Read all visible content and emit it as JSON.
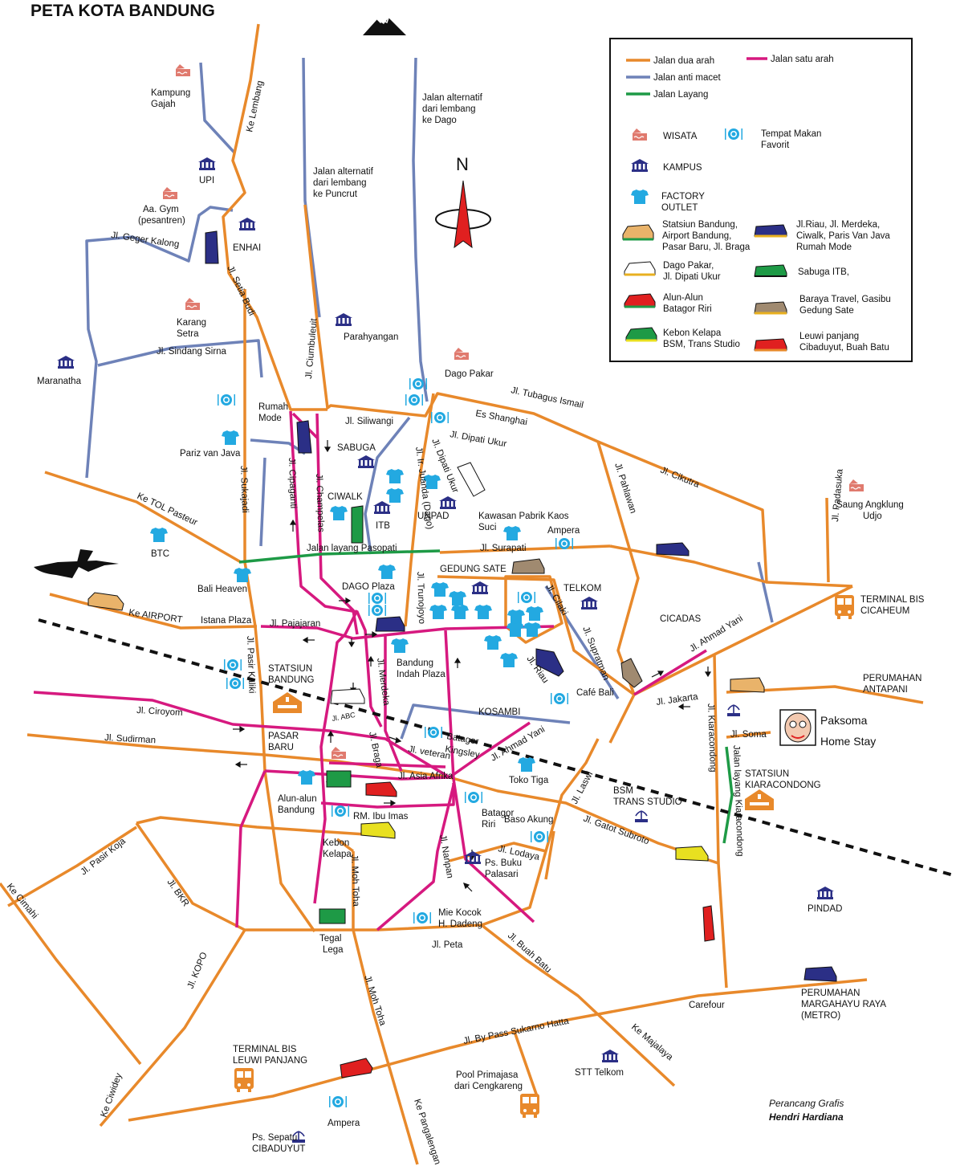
{
  "title": "PETA KOTA BANDUNG",
  "north": "N",
  "legend": {
    "two_way": "Jalan dua arah",
    "one_way": "Jalan satu arah",
    "anti_macet": "Jalan anti macet",
    "layang": "Jalan Layang",
    "wisata": "WISATA",
    "makan_1": "Tempat Makan",
    "makan_2": "Favorit",
    "kampus": "KAMPUS",
    "factory_1": "FACTORY",
    "factory_2": "OUTLET",
    "van1_1": "Statsiun Bandung,",
    "van1_2": "Airport Bandung,",
    "van1_3": "Pasar Baru, Jl. Braga",
    "van2_1": "Jl.Riau, Jl. Merdeka,",
    "van2_2": "Ciwalk, Paris Van Java",
    "van2_3": "Rumah Mode",
    "van3_1": "Dago Pakar,",
    "van3_2": "Jl. Dipati Ukur",
    "van4_1": "Sabuga ITB,",
    "van5_1": "Alun-Alun",
    "van5_2": "Batagor Riri",
    "van6_1": "Baraya Travel, Gasibu",
    "van6_2": "Gedung Sate",
    "van7_1": "Kebon Kelapa",
    "van7_2": "BSM, Trans Studio",
    "van8_1": "Leuwi panjang",
    "van8_2": "Cibaduyut, Buah Batu",
    "colors": {
      "two_way": "#E8892B",
      "one_way": "#D6197F",
      "anti_macet": "#6E82B8",
      "layang": "#1E9A46"
    }
  },
  "labels": {
    "ke_lembang": "Ke Lembang",
    "alt_dago_1": "Jalan alternatif",
    "alt_dago_2": "dari lembang",
    "alt_dago_3": "ke Dago",
    "alt_puncrut_1": "Jalan alternatif",
    "alt_puncrut_2": "dari lembang",
    "alt_puncrut_3": "ke Puncrut",
    "kampung_gajah_1": "Kampung",
    "kampung_gajah_2": "Gajah",
    "upi": "UPI",
    "aa_gym_1": "Aa. Gym",
    "aa_gym_2": "(pesantren)",
    "geger_kalong": "Jl. Geger Kalong",
    "enhai": "ENHAI",
    "setia_budi": "Jl. Setia Budi",
    "karang_setra_1": "Karang",
    "karang_setra_2": "Setra",
    "sindang_sirna": "Jl. Sindang Sirna",
    "maranatha": "Maranatha",
    "ciumbuleuit": "Jl. Ciumbuleuit",
    "parahyangan": "Parahyangan",
    "dago_pakar": "Dago Pakar",
    "tubagus": "Jl. Tubagus Ismail",
    "es_shanghai": "Es Shanghai",
    "siliwangi": "Jl. Siliwangi",
    "dipati_ukur": "Jl. Dipati Ukur",
    "dipati_ukur2": "Jl. Dipati Ukur",
    "ir_juanda": "Jl. Ir. Juanda (Dago)",
    "rumah_mode_1": "Rumah",
    "rumah_mode_2": "Mode",
    "sabuga": "SABUGA",
    "pariz": "Pariz van Java",
    "ciwalk": "CIWALK",
    "itb": "ITB",
    "unpad": "UNPAD",
    "sukajadi": "Jl. Sukajadi",
    "cipaganti": "Jl. Cipaganti",
    "champelas": "Jl. Champelas",
    "pahlawan": "Jl. Pahlawan",
    "cikutra": "Jl. Cikutra",
    "saung_1": "Saung Angklung",
    "saung_2": "Udjo",
    "padasuka": "Jl. Padasuka",
    "tol_pasteur": "Ke TOL Pasteur",
    "btc": "BTC",
    "kaos_1": "Kawasan Pabrik Kaos",
    "kaos_2": "Suci",
    "ampera": "Ampera",
    "pasopati": "Jalan layang Pasopati",
    "surapati": "Jl. Surapati",
    "gedung_sate": "GEDUNG SATE",
    "telkom": "TELKOM",
    "trunojoyo": "Jl. Trunojoyo",
    "dago_plaza": "DAGO Plaza",
    "cilaki": "Jl. Cilaki",
    "bali_heaven": "Bali Heaven",
    "istana": "Istana Plaza",
    "ke_airport": "Ke AIRPORT",
    "pajajaran": "Jl. Pajajaran",
    "cicadas": "CICADAS",
    "terminal_cicaheum_1": "TERMINAL BIS",
    "terminal_cicaheum_2": "CICAHEUM",
    "ahmad_yani_ne": "Jl. Ahmad Yani",
    "pasir_kaliki": "Jl. Pasir Kaliki",
    "merdeka": "Jl. Merdeka",
    "bip_1": "Bandung",
    "bip_2": "Indah Plaza",
    "riau": "Jl. Riau",
    "supratman": "Jl. Supratman",
    "statsiun_1": "STATSIUN",
    "statsiun_2": "BANDUNG",
    "cafe_bali": "Café Bali",
    "antapani_1": "PERUMAHAN",
    "antapani_2": "ANTAPANI",
    "ciroyom": "Jl. Ciroyom",
    "kosambi": "KOSAMBI",
    "jakarta": "Jl. Jakarta",
    "paksoma_1": "Paksoma",
    "paksoma_2": "Home Stay",
    "soma": "Jl. Soma",
    "sudirman": "Jl. Sudirman",
    "pasar_baru_1": "PASAR",
    "pasar_baru_2": "BARU",
    "abc": "Jl. ABC",
    "braga": "Jl. Braga",
    "veteran": "Jl. veteran",
    "batagor_k_1": "Batagor",
    "batagor_k_2": "Kingsley",
    "ahmad_yani_c": "Jl. Ahmad Yani",
    "kiaracondong": "Jl. Kiaracondong",
    "layang_kc": "Jalan layang Kiaracondong",
    "statsiun_kc_1": "STATSIUN",
    "statsiun_kc_2": "KIARACONDONG",
    "asia_afrika": "Jl. Asia Afrika",
    "toko_tiga": "Toko Tiga",
    "bsm_1": "BSM",
    "bsm_2": "TRANS STUDIO",
    "laswi": "Jl. Laswi",
    "alun_1": "Alun-alun",
    "alun_2": "Bandung",
    "ibu_imas": "RM. Ibu Imas",
    "batagor_r_1": "Batagor",
    "batagor_r_2": "Riri",
    "baso": "Baso Akung",
    "gatot": "Jl. Gatot Subroto",
    "kebon_1": "Kebon",
    "kebon_2": "Kelapa",
    "lodaya": "Jl. Lodaya",
    "buku_1": "Ps. Buku",
    "buku_2": "Palasari",
    "nanpan": "Jl. Nanpan",
    "pasir_koja": "Jl. Pasir Koja",
    "bkr": "Jl. BKR",
    "cimahi": "Ke Cimahi",
    "moh_toha": "Jl. Moh Toha",
    "moh_toha2": "Jl. Moh Toha",
    "pindad": "PINDAD",
    "mie_1": "Mie Kocok",
    "mie_2": "H. Dadeng",
    "tegal_1": "Tegal",
    "tegal_2": "Lega",
    "peta": "Jl. Peta",
    "buah_batu": "Jl. Buah Batu",
    "kopo": "Jl. KOPO",
    "carefour": "Carefour",
    "margahayu_1": "PERUMAHAN",
    "margahayu_2": "MARGAHAYU RAYA",
    "margahayu_3": "(METRO)",
    "bypass": "Jl. By Pass Sukarno Hatta",
    "majalaya": "Ke Majalaya",
    "leuwi_1": "TERMINAL BIS",
    "leuwi_2": "LEUWI  PANJANG",
    "stt": "STT Telkom",
    "pool_1": "Pool Primajasa",
    "pool_2": "dari Cengkareng",
    "ciwidey": "Ke Ciwidey",
    "ampera2": "Ampera",
    "pangalengan": "Ke Pangalengan",
    "cibaduyut_1": "Ps. Sepatu",
    "cibaduyut_2": "CIBADUYUT",
    "credit_1": "Perancang Grafis",
    "credit_2": "Hendri Hardiana"
  }
}
